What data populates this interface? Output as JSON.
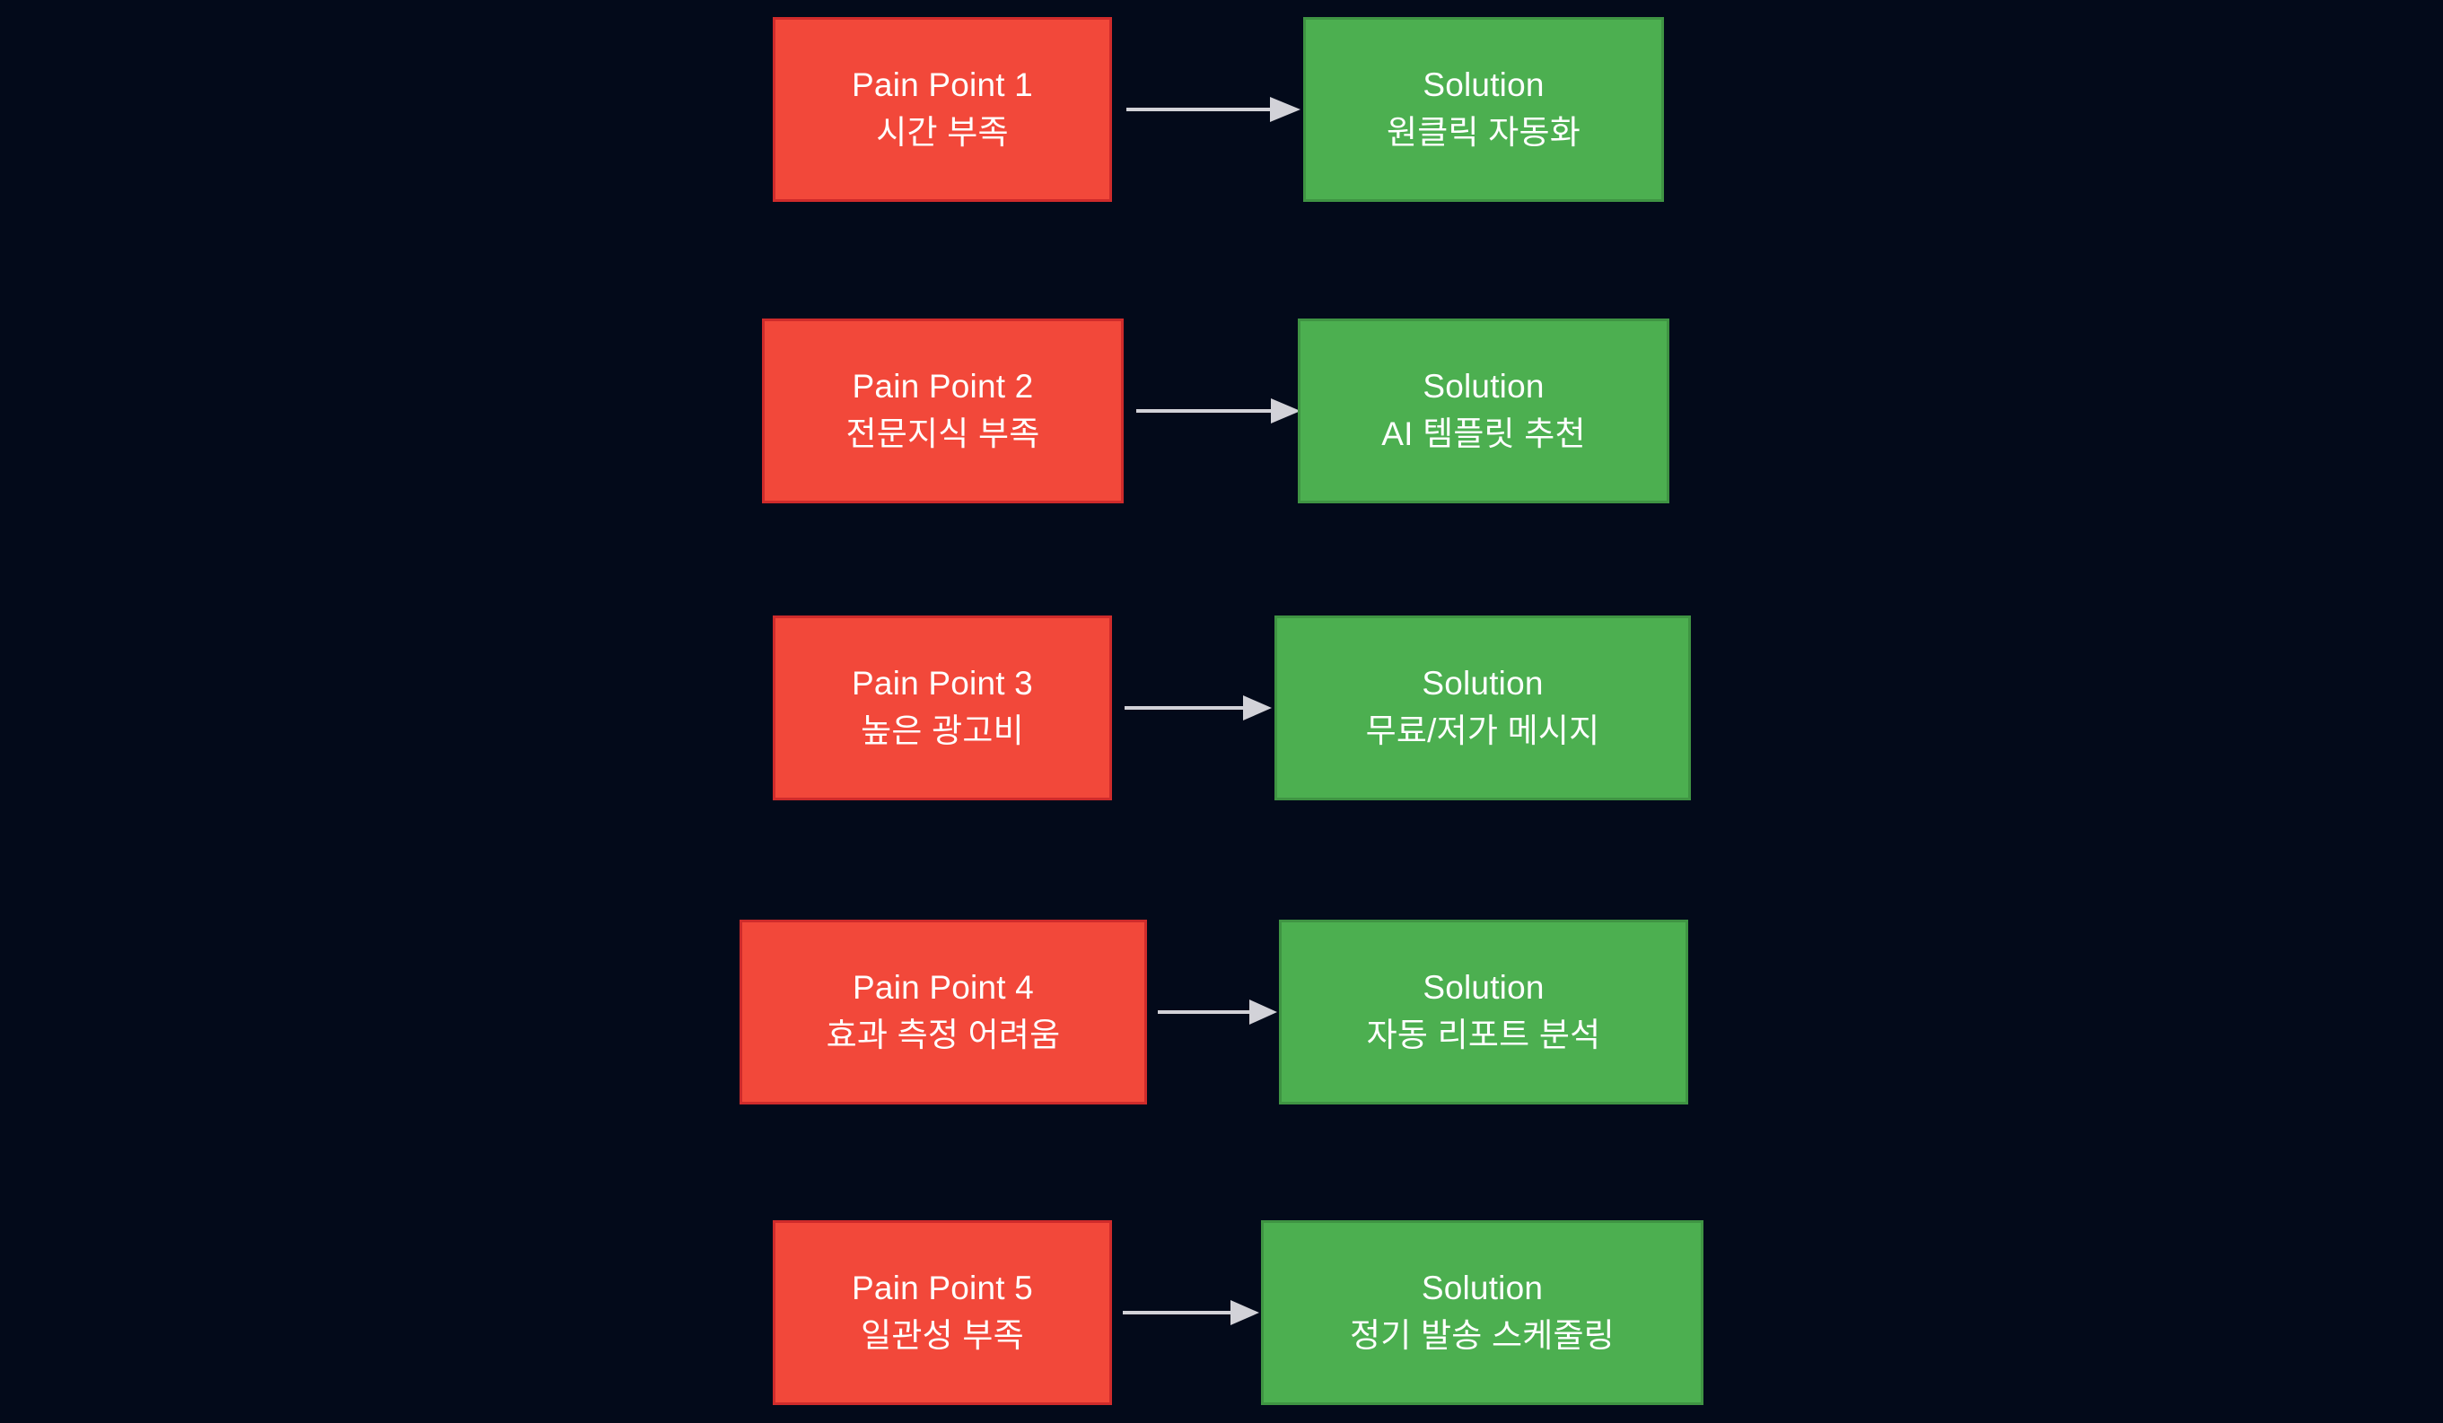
{
  "diagram": {
    "type": "flowchart",
    "orientation": "left-to-right pairs, stacked vertically",
    "background_color": "#030a1a",
    "pain_color": "#f2483a",
    "pain_border_color": "#cf2b2b",
    "solution_color": "#4caf50",
    "solution_border_color": "#3f9443",
    "arrow_color": "#d2d2d8",
    "text_color": "#ffffff",
    "rows": [
      {
        "pain": {
          "title": "Pain Point 1",
          "detail": "시간 부족"
        },
        "solution": {
          "title": "Solution",
          "detail": "원클릭 자동화"
        },
        "arrow": "arrow-right"
      },
      {
        "pain": {
          "title": "Pain Point 2",
          "detail": "전문지식 부족"
        },
        "solution": {
          "title": "Solution",
          "detail": "AI 템플릿 추천"
        },
        "arrow": "arrow-right"
      },
      {
        "pain": {
          "title": "Pain Point 3",
          "detail": "높은 광고비"
        },
        "solution": {
          "title": "Solution",
          "detail": "무료/저가 메시지"
        },
        "arrow": "arrow-right"
      },
      {
        "pain": {
          "title": "Pain Point 4",
          "detail": "효과 측정 어려움"
        },
        "solution": {
          "title": "Solution",
          "detail": "자동 리포트 분석"
        },
        "arrow": "arrow-right"
      },
      {
        "pain": {
          "title": "Pain Point 5",
          "detail": "일관성 부족"
        },
        "solution": {
          "title": "Solution",
          "detail": "정기 발송 스케줄링"
        },
        "arrow": "arrow-right"
      }
    ]
  }
}
